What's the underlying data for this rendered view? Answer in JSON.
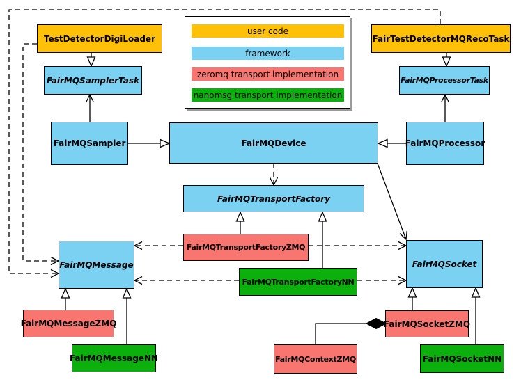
{
  "diagram": {
    "type": "uml-class-diagram",
    "colors": {
      "user_code": "#FFC107",
      "framework": "#7BD1F2",
      "zeromq": "#F8766F",
      "nanomsg": "#0CB00C",
      "border": "#000000",
      "background": "#FFFFFF"
    },
    "legend": {
      "items": [
        {
          "label": "user code",
          "color": "#FFC107"
        },
        {
          "label": "framework",
          "color": "#7BD1F2"
        },
        {
          "label": "zeromq transport implementation",
          "color": "#F8766F"
        },
        {
          "label": "nanomsg transport implementation",
          "color": "#0CB00C"
        }
      ]
    },
    "nodes": {
      "test_detector_digi_loader": {
        "label": "TestDetectorDigiLoader",
        "category": "user code",
        "abstract": false
      },
      "fair_test_detector_mq_reco_task": {
        "label": "FairTestDetectorMQRecoTask",
        "category": "user code",
        "abstract": false
      },
      "fairmq_sampler_task": {
        "label": "FairMQSamplerTask",
        "category": "framework",
        "abstract": true
      },
      "fairmq_processor_task": {
        "label": "FairMQProcessorTask",
        "category": "framework",
        "abstract": true
      },
      "fairmq_sampler": {
        "label": "FairMQSampler",
        "category": "framework",
        "abstract": false
      },
      "fairmq_device": {
        "label": "FairMQDevice",
        "category": "framework",
        "abstract": false
      },
      "fairmq_processor": {
        "label": "FairMQProcessor",
        "category": "framework",
        "abstract": false
      },
      "fairmq_transport_factory": {
        "label": "FairMQTransportFactory",
        "category": "framework",
        "abstract": true
      },
      "fairmq_transport_factory_zmq": {
        "label": "FairMQTransportFactoryZMQ",
        "category": "zeromq",
        "abstract": false
      },
      "fairmq_transport_factory_nn": {
        "label": "FairMQTransportFactoryNN",
        "category": "nanomsg",
        "abstract": false
      },
      "fairmq_message": {
        "label": "FairMQMessage",
        "category": "framework",
        "abstract": true
      },
      "fairmq_socket": {
        "label": "FairMQSocket",
        "category": "framework",
        "abstract": true
      },
      "fairmq_message_zmq": {
        "label": "FairMQMessageZMQ",
        "category": "zeromq",
        "abstract": false
      },
      "fairmq_message_nn": {
        "label": "FairMQMessageNN",
        "category": "nanomsg",
        "abstract": false
      },
      "fairmq_socket_zmq": {
        "label": "FairMQSocketZMQ",
        "category": "zeromq",
        "abstract": false
      },
      "fairmq_socket_nn": {
        "label": "FairMQSocketNN",
        "category": "nanomsg",
        "abstract": false
      },
      "fairmq_context_zmq": {
        "label": "FairMQContextZMQ",
        "category": "zeromq",
        "abstract": false
      }
    },
    "edges": [
      {
        "from": "TestDetectorDigiLoader",
        "to": "FairMQSamplerTask",
        "relation": "generalization"
      },
      {
        "from": "FairMQSampler",
        "to": "FairMQSamplerTask",
        "relation": "directed-association"
      },
      {
        "from": "FairMQSampler",
        "to": "FairMQDevice",
        "relation": "generalization"
      },
      {
        "from": "FairTestDetectorMQRecoTask",
        "to": "FairMQProcessorTask",
        "relation": "generalization"
      },
      {
        "from": "FairMQProcessor",
        "to": "FairMQProcessorTask",
        "relation": "directed-association"
      },
      {
        "from": "FairMQProcessor",
        "to": "FairMQDevice",
        "relation": "generalization"
      },
      {
        "from": "FairMQDevice",
        "to": "FairMQTransportFactory",
        "relation": "dependency"
      },
      {
        "from": "FairMQDevice",
        "to": "FairMQSocket",
        "relation": "directed-association"
      },
      {
        "from": "FairMQTransportFactoryZMQ",
        "to": "FairMQTransportFactory",
        "relation": "generalization"
      },
      {
        "from": "FairMQTransportFactoryNN",
        "to": "FairMQTransportFactory",
        "relation": "generalization"
      },
      {
        "from": "FairMQTransportFactoryZMQ",
        "to": "FairMQMessage",
        "relation": "dependency"
      },
      {
        "from": "FairMQTransportFactoryZMQ",
        "to": "FairMQSocket",
        "relation": "dependency"
      },
      {
        "from": "FairMQTransportFactoryNN",
        "to": "FairMQMessage",
        "relation": "dependency"
      },
      {
        "from": "FairMQTransportFactoryNN",
        "to": "FairMQSocket",
        "relation": "dependency"
      },
      {
        "from": "TestDetectorDigiLoader",
        "to": "FairMQMessage",
        "relation": "dependency"
      },
      {
        "from": "FairTestDetectorMQRecoTask",
        "to": "FairMQMessage",
        "relation": "dependency"
      },
      {
        "from": "FairMQMessageZMQ",
        "to": "FairMQMessage",
        "relation": "generalization"
      },
      {
        "from": "FairMQMessageNN",
        "to": "FairMQMessage",
        "relation": "generalization"
      },
      {
        "from": "FairMQSocketZMQ",
        "to": "FairMQSocket",
        "relation": "generalization"
      },
      {
        "from": "FairMQSocketNN",
        "to": "FairMQSocket",
        "relation": "generalization"
      },
      {
        "from": "FairMQContextZMQ",
        "to": "FairMQSocketZMQ",
        "relation": "composition"
      }
    ]
  }
}
